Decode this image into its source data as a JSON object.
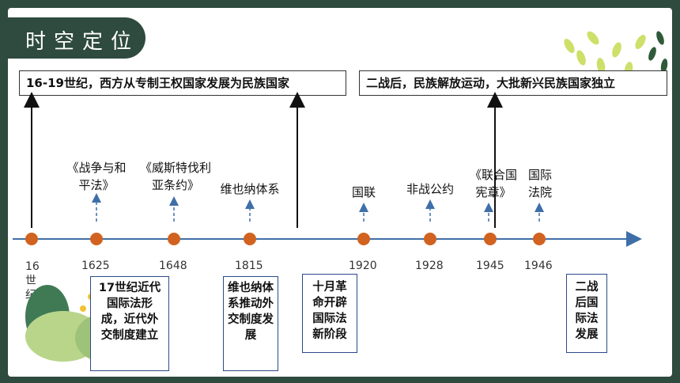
{
  "title": "时空定位",
  "banners": {
    "left": "16-19世纪，西方从专制王权国家发展为民族国家",
    "right": "二战后，民族解放运动，大批新兴民族国家独立"
  },
  "events": {
    "e1625": "《战争与和平法》",
    "e1648": "《威斯特伐利亚条约》",
    "e1815": "维也纳体系",
    "e1920": "国联",
    "e1928": "非战公约",
    "e1945": "《联合国宪章》",
    "e1946": "国际法院"
  },
  "years": {
    "y16": "16世纪",
    "y1625": "1625",
    "y1648": "1648",
    "y1815": "1815",
    "y1920": "1920",
    "y1928": "1928",
    "y1945": "1945",
    "y1946": "1946"
  },
  "notes": {
    "n1": "17世纪近代国际法形成，近代外交制度建立",
    "n2": "维也纳体系推动外交制度发展",
    "n3": "十月革命开辟国际法新阶段",
    "n4": "二战后国际法发展"
  },
  "colors": {
    "frame": "#2f4a3f",
    "dot": "#d1621f",
    "axis": "#3f6fa8",
    "noteBorder": "#2b4a8a"
  }
}
